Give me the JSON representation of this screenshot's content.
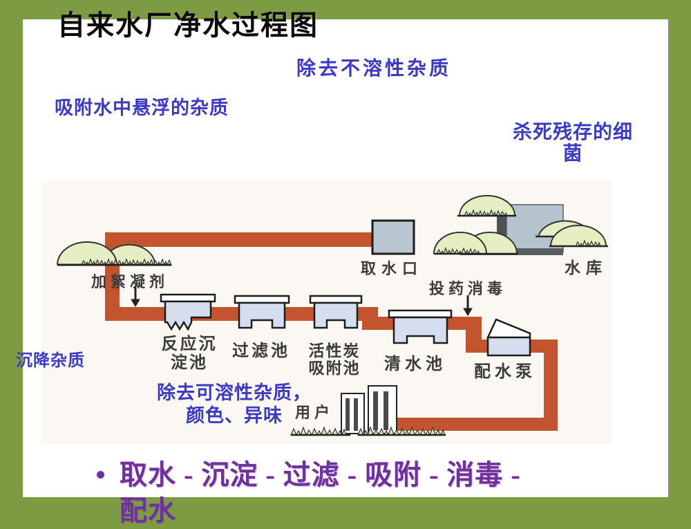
{
  "title": "自来水厂净水过程图",
  "annotations": {
    "remove_insoluble": "除去不溶性杂质",
    "adsorb_suspended": "吸附水中悬浮的杂质",
    "kill_bacteria_line1": "杀死残存的细",
    "kill_bacteria_line2": "菌",
    "settle_impurities": "沉降杂质",
    "remove_soluble_line1": "除去可溶性杂质，",
    "remove_soluble_line2": "颜色、异味",
    "text_color": "#3a3ac4"
  },
  "diagram": {
    "labels": {
      "flocculant": "加絮凝剂",
      "intake": "取水口",
      "reservoir": "水库",
      "dosing": "投药消毒",
      "reaction_tank_line1": "反应沉",
      "reaction_tank_line2": "淀池",
      "filter_tank": "过滤池",
      "carbon_tank_line1": "活性炭",
      "carbon_tank_line2": "吸附池",
      "clear_tank": "清水池",
      "pump": "配水泵",
      "users": "用户"
    },
    "colors": {
      "pipe": "#c2552f",
      "tank_fill": "#d5deee",
      "water_fill": "#b5c3ce",
      "hill_fill": "#e5edc3",
      "bush_fill": "#dce7b6",
      "border_green": "#7d9b43"
    }
  },
  "summary": {
    "line1": "取水 - 沉淀 - 过滤 - 吸附 - 消毒 -",
    "line2": "配水",
    "text_color": "#7030a0"
  }
}
